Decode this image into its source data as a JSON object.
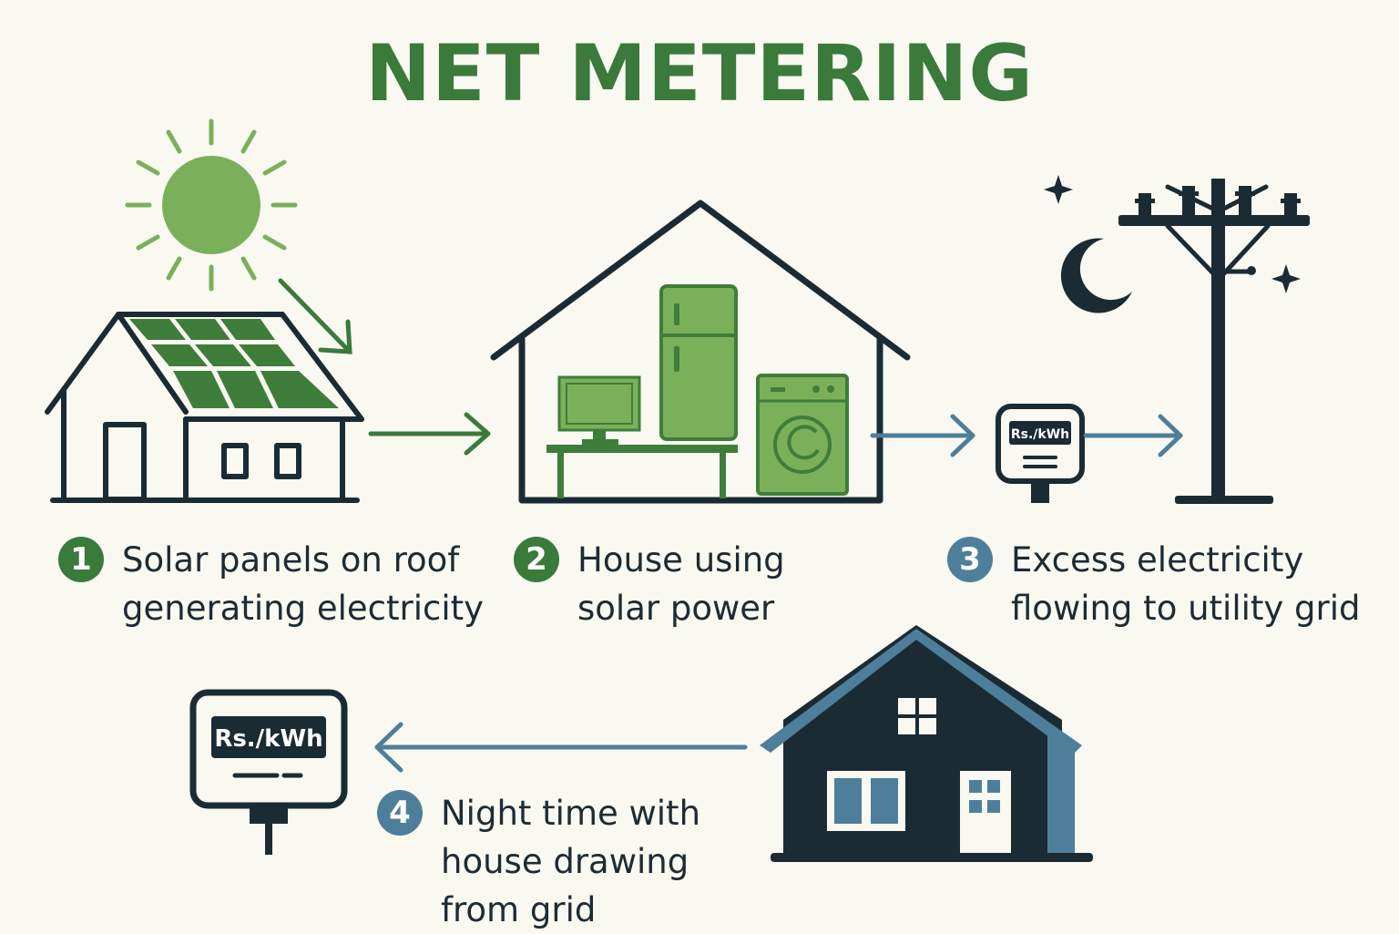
{
  "title": "NET METERING",
  "colors": {
    "green_dark": "#3a7a3a",
    "green_light": "#7ab05a",
    "panel_green": "#3f7d3a",
    "navy": "#1b2b33",
    "steel_blue": "#4e7f9a",
    "background": "#f9f8f1"
  },
  "steps": [
    {
      "number": "1",
      "lines": [
        "Solar panels on roof",
        "generating electricity"
      ],
      "color": "#3a7a3a"
    },
    {
      "number": "2",
      "lines": [
        "House using",
        "solar power"
      ],
      "color": "#3a7a3a"
    },
    {
      "number": "3",
      "lines": [
        "Excess electricity",
        "flowing to utility grid"
      ],
      "color": "#4e7f9a"
    },
    {
      "number": "4",
      "lines": [
        "Night time with",
        "house drawing",
        "from grid"
      ],
      "color": "#4e7f9a"
    }
  ],
  "meters": {
    "small_label": "Rs./kWh",
    "large_label": "Rs./kWh"
  },
  "icons": [
    "sun-icon",
    "solar-house-icon",
    "house-appliances-icon",
    "electric-meter-icon",
    "moon-icon",
    "star-icon",
    "utility-pole-icon",
    "night-house-icon"
  ]
}
